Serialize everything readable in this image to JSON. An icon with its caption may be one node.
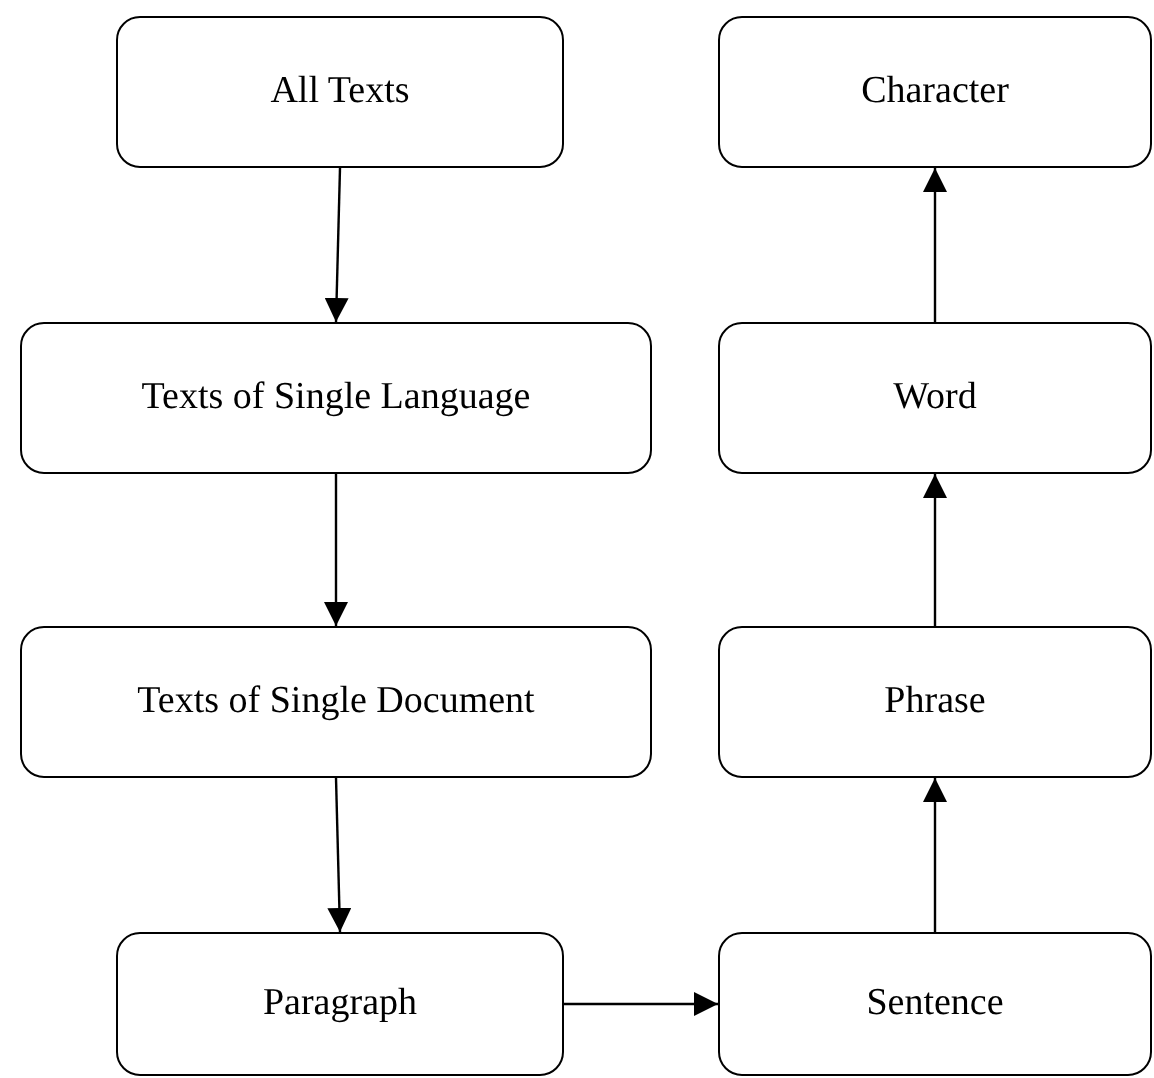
{
  "diagram": {
    "nodes": [
      {
        "text": [
          "All Texts"
        ]
      },
      {
        "text": [
          "Texts of Single Language"
        ]
      },
      {
        "text": [
          "Texts of Single Document"
        ]
      },
      {
        "text": [
          "Paragraph"
        ]
      },
      {
        "text": [
          "Sentence"
        ]
      },
      {
        "text": [
          "Phrase"
        ]
      },
      {
        "text": [
          "Word"
        ]
      },
      {
        "text": [
          "Character"
        ]
      }
    ],
    "edges": [
      {
        "from": 0,
        "to": 1,
        "arrow": "to"
      },
      {
        "from": 1,
        "to": 2,
        "arrow": "to"
      },
      {
        "from": 2,
        "to": 3,
        "arrow": "to"
      },
      {
        "from": 3,
        "to": 4,
        "arrow": "to"
      },
      {
        "from": 4,
        "to": 5,
        "arrow": "to"
      },
      {
        "from": 5,
        "to": 6,
        "arrow": "to"
      },
      {
        "from": 6,
        "to": 7,
        "arrow": "to"
      }
    ]
  }
}
